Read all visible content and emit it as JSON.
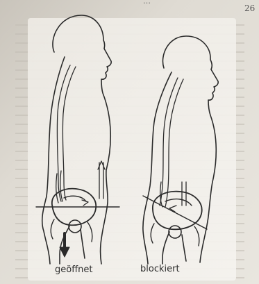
{
  "page": {
    "page_number": "26",
    "header_fragment": "…"
  },
  "figure": {
    "label_left": "geöffnet",
    "label_right": "blockiert"
  },
  "colors": {
    "paper": "#e7e3db",
    "figure_panel": "#f3f1ec",
    "ink": "#2a2a2a"
  }
}
